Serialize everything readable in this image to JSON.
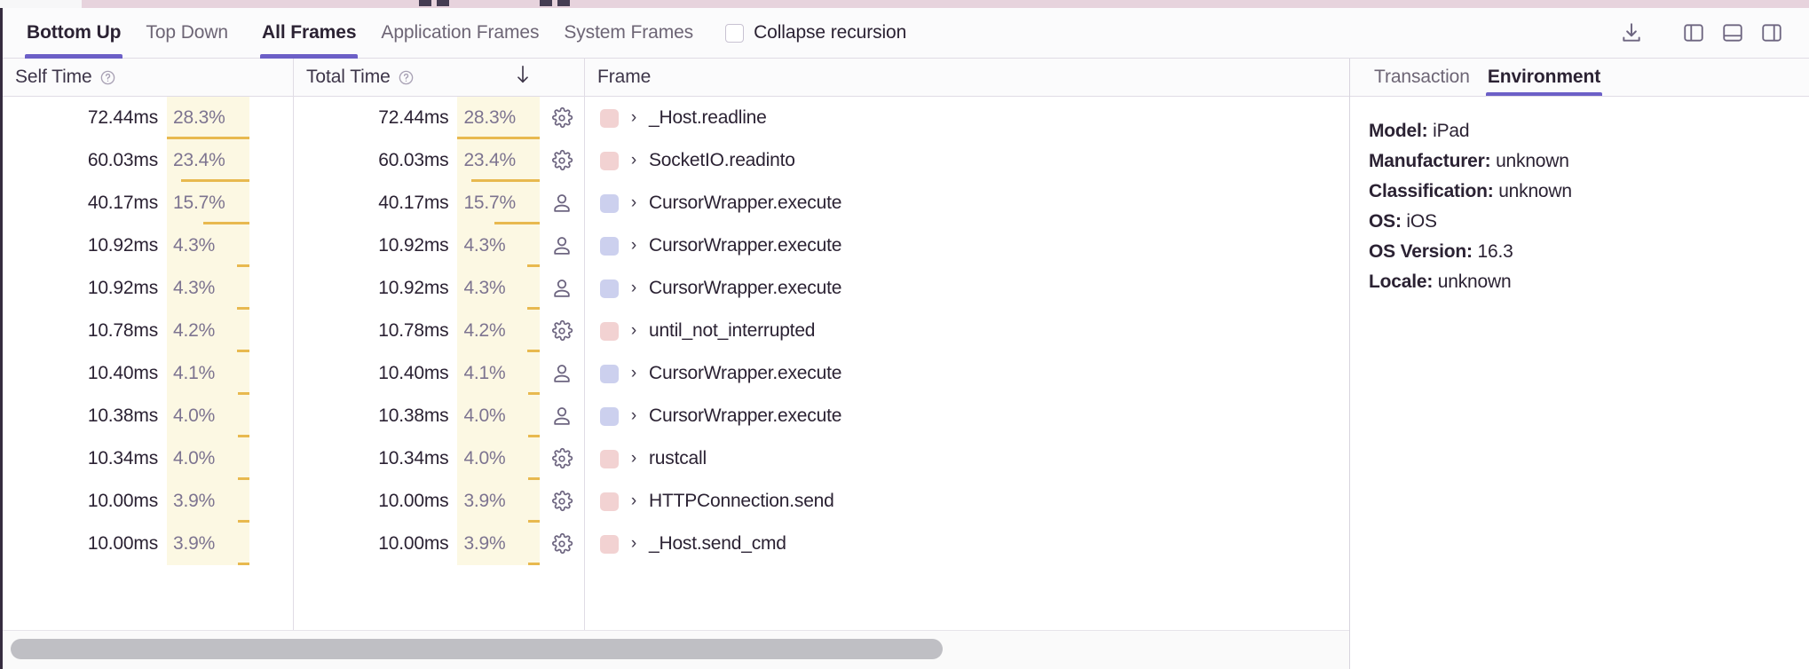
{
  "toolbar": {
    "tabs": [
      {
        "label": "Bottom Up",
        "active": true
      },
      {
        "label": "Top Down",
        "active": false
      }
    ],
    "frame_tabs": [
      {
        "label": "All Frames",
        "active": true
      },
      {
        "label": "Application Frames",
        "active": false
      },
      {
        "label": "System Frames",
        "active": false
      }
    ],
    "collapse_recursion": {
      "label": "Collapse recursion",
      "checked": false
    },
    "icons": [
      {
        "name": "download-icon"
      },
      {
        "name": "panel-left-icon"
      },
      {
        "name": "panel-bottom-icon"
      },
      {
        "name": "panel-right-icon"
      }
    ]
  },
  "table": {
    "columns": [
      {
        "key": "self_time",
        "label": "Self Time",
        "has_help": true,
        "sorted": false
      },
      {
        "key": "total_time",
        "label": "Total Time",
        "has_help": true,
        "sorted": true,
        "sort_dir": "desc",
        "sort_glyph": "↓"
      },
      {
        "key": "frame",
        "label": "Frame",
        "has_help": false,
        "sorted": false
      }
    ],
    "rows": [
      {
        "self_time": "72.44ms",
        "self_pct": "28.3%",
        "self_pct_value": 28.3,
        "total_time": "72.44ms",
        "total_pct": "28.3%",
        "total_pct_value": 28.3,
        "icon": "gear-icon",
        "swatch": "#f2d2d2",
        "expander": "›",
        "frame": "_Host.readline"
      },
      {
        "self_time": "60.03ms",
        "self_pct": "23.4%",
        "self_pct_value": 23.4,
        "total_time": "60.03ms",
        "total_pct": "23.4%",
        "total_pct_value": 23.4,
        "icon": "gear-icon",
        "swatch": "#f2d2d2",
        "expander": "›",
        "frame": "SocketIO.readinto"
      },
      {
        "self_time": "40.17ms",
        "self_pct": "15.7%",
        "self_pct_value": 15.7,
        "total_time": "40.17ms",
        "total_pct": "15.7%",
        "total_pct_value": 15.7,
        "icon": "person-icon",
        "swatch": "#ccd0ee",
        "expander": "›",
        "frame": "CursorWrapper.execute"
      },
      {
        "self_time": "10.92ms",
        "self_pct": "4.3%",
        "self_pct_value": 4.3,
        "total_time": "10.92ms",
        "total_pct": "4.3%",
        "total_pct_value": 4.3,
        "icon": "person-icon",
        "swatch": "#ccd0ee",
        "expander": "›",
        "frame": "CursorWrapper.execute"
      },
      {
        "self_time": "10.92ms",
        "self_pct": "4.3%",
        "self_pct_value": 4.3,
        "total_time": "10.92ms",
        "total_pct": "4.3%",
        "total_pct_value": 4.3,
        "icon": "person-icon",
        "swatch": "#ccd0ee",
        "expander": "›",
        "frame": "CursorWrapper.execute"
      },
      {
        "self_time": "10.78ms",
        "self_pct": "4.2%",
        "self_pct_value": 4.2,
        "total_time": "10.78ms",
        "total_pct": "4.2%",
        "total_pct_value": 4.2,
        "icon": "gear-icon",
        "swatch": "#f2d2d2",
        "expander": "›",
        "frame": "until_not_interrupted"
      },
      {
        "self_time": "10.40ms",
        "self_pct": "4.1%",
        "self_pct_value": 4.1,
        "total_time": "10.40ms",
        "total_pct": "4.1%",
        "total_pct_value": 4.1,
        "icon": "person-icon",
        "swatch": "#ccd0ee",
        "expander": "›",
        "frame": "CursorWrapper.execute"
      },
      {
        "self_time": "10.38ms",
        "self_pct": "4.0%",
        "self_pct_value": 4.0,
        "total_time": "10.38ms",
        "total_pct": "4.0%",
        "total_pct_value": 4.0,
        "icon": "person-icon",
        "swatch": "#ccd0ee",
        "expander": "›",
        "frame": "CursorWrapper.execute"
      },
      {
        "self_time": "10.34ms",
        "self_pct": "4.0%",
        "self_pct_value": 4.0,
        "total_time": "10.34ms",
        "total_pct": "4.0%",
        "total_pct_value": 4.0,
        "icon": "gear-icon",
        "swatch": "#f2d2d2",
        "expander": "›",
        "frame": "rustcall"
      },
      {
        "self_time": "10.00ms",
        "self_pct": "3.9%",
        "self_pct_value": 3.9,
        "total_time": "10.00ms",
        "total_pct": "3.9%",
        "total_pct_value": 3.9,
        "icon": "gear-icon",
        "swatch": "#f2d2d2",
        "expander": "›",
        "frame": "HTTPConnection.send"
      },
      {
        "self_time": "10.00ms",
        "self_pct": "3.9%",
        "self_pct_value": 3.9,
        "total_time": "10.00ms",
        "total_pct": "3.9%",
        "total_pct_value": 3.9,
        "icon": "gear-icon",
        "swatch": "#f2d2d2",
        "expander": "›",
        "frame": "_Host.send_cmd"
      }
    ]
  },
  "details_panel": {
    "tabs": [
      {
        "label": "Transaction",
        "active": false
      },
      {
        "label": "Environment",
        "active": true
      }
    ],
    "environment": [
      {
        "key": "Model:",
        "value": "iPad"
      },
      {
        "key": "Manufacturer:",
        "value": "unknown"
      },
      {
        "key": "Classification:",
        "value": "unknown"
      },
      {
        "key": "OS:",
        "value": "iOS"
      },
      {
        "key": "OS Version:",
        "value": "16.3"
      },
      {
        "key": "Locale:",
        "value": "unknown"
      }
    ]
  },
  "colors": {
    "accent_purple": "#6c5fc7",
    "highlight_bg": "#fcf8e3",
    "highlight_bar": "#e8b94f",
    "swatch_system": "#f2d2d2",
    "swatch_application": "#ccd0ee",
    "scrollbar_thumb": "#bfbfc4"
  }
}
